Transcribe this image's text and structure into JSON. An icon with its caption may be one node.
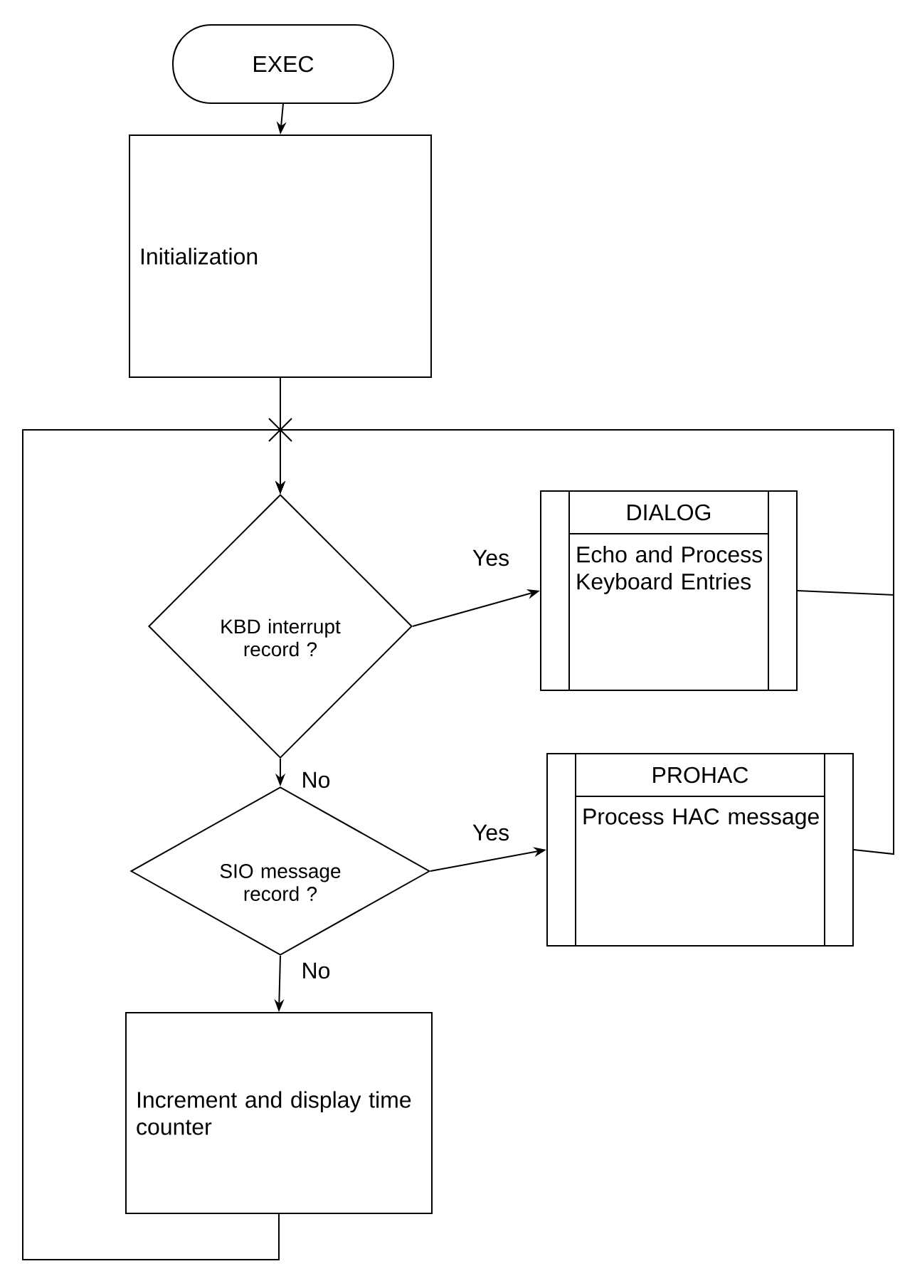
{
  "diagram": {
    "nodes": [
      {
        "text": [
          "EXEC"
        ]
      },
      {
        "text": [
          "Initialization"
        ]
      },
      {
        "text": [
          "KBD interrupt record ?"
        ]
      },
      {
        "text": [
          "DIALOG",
          "Echo and Process Keyboard Entries"
        ]
      },
      {
        "text": [
          "SIO message record ?"
        ]
      },
      {
        "text": [
          "PROHAC",
          "Process HAC message"
        ]
      },
      {
        "text": [
          "Increment and display time counter"
        ]
      }
    ],
    "edges": [
      {
        "from": 0,
        "to": 1,
        "arrow": "to"
      },
      {
        "from": 1,
        "to": 2,
        "arrow": "to"
      },
      {
        "from": 2,
        "to": 3,
        "arrow": "to",
        "label": "Yes"
      },
      {
        "from": 2,
        "to": 4,
        "arrow": "to",
        "label": "No"
      },
      {
        "from": 4,
        "to": 5,
        "arrow": "to",
        "label": "Yes"
      },
      {
        "from": 4,
        "to": 6,
        "arrow": "to",
        "label": "No"
      },
      {
        "from": 6,
        "to": 2,
        "arrow": "to"
      },
      {
        "from": 3,
        "to": 2,
        "arrow": "to"
      },
      {
        "from": 5,
        "to": 2,
        "arrow": "to"
      }
    ]
  }
}
